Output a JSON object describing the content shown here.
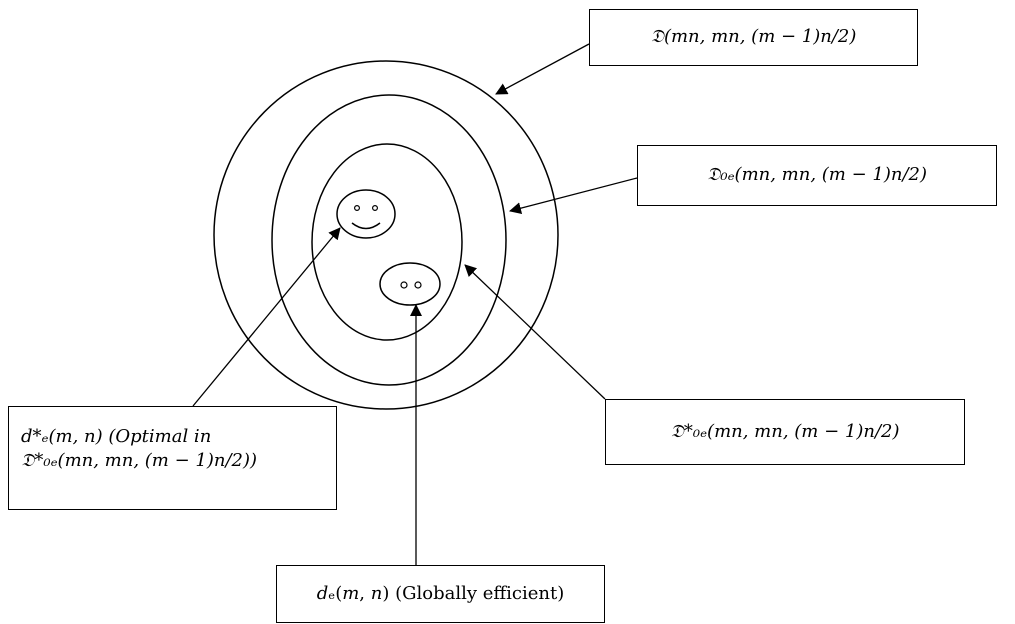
{
  "labels": {
    "d_region": "𝔇(𝑚𝑛, 𝑚𝑛, (𝑚 − 1)𝑛/2)",
    "d0e_region": "𝔇₀ₑ(𝑚𝑛, 𝑚𝑛, (𝑚 − 1)𝑛/2)",
    "d0e_star_region": "𝔇*₀ₑ(𝑚𝑛, 𝑚𝑛, (𝑚 − 1)𝑛/2)",
    "de_star_line1": "𝑑*ₑ(𝑚, 𝑛) (Optimal in",
    "de_star_line2": "𝔇*₀ₑ(𝑚𝑛, 𝑚𝑛, (𝑚 − 1)𝑛/2))",
    "de_global": "𝑑ₑ(𝑚, 𝑛) (Globally efficient)"
  },
  "faces": {
    "smiley_eyes": "° °",
    "small_eyes": "o o"
  },
  "colors": {
    "stroke": "#000000",
    "background": "#ffffff"
  }
}
